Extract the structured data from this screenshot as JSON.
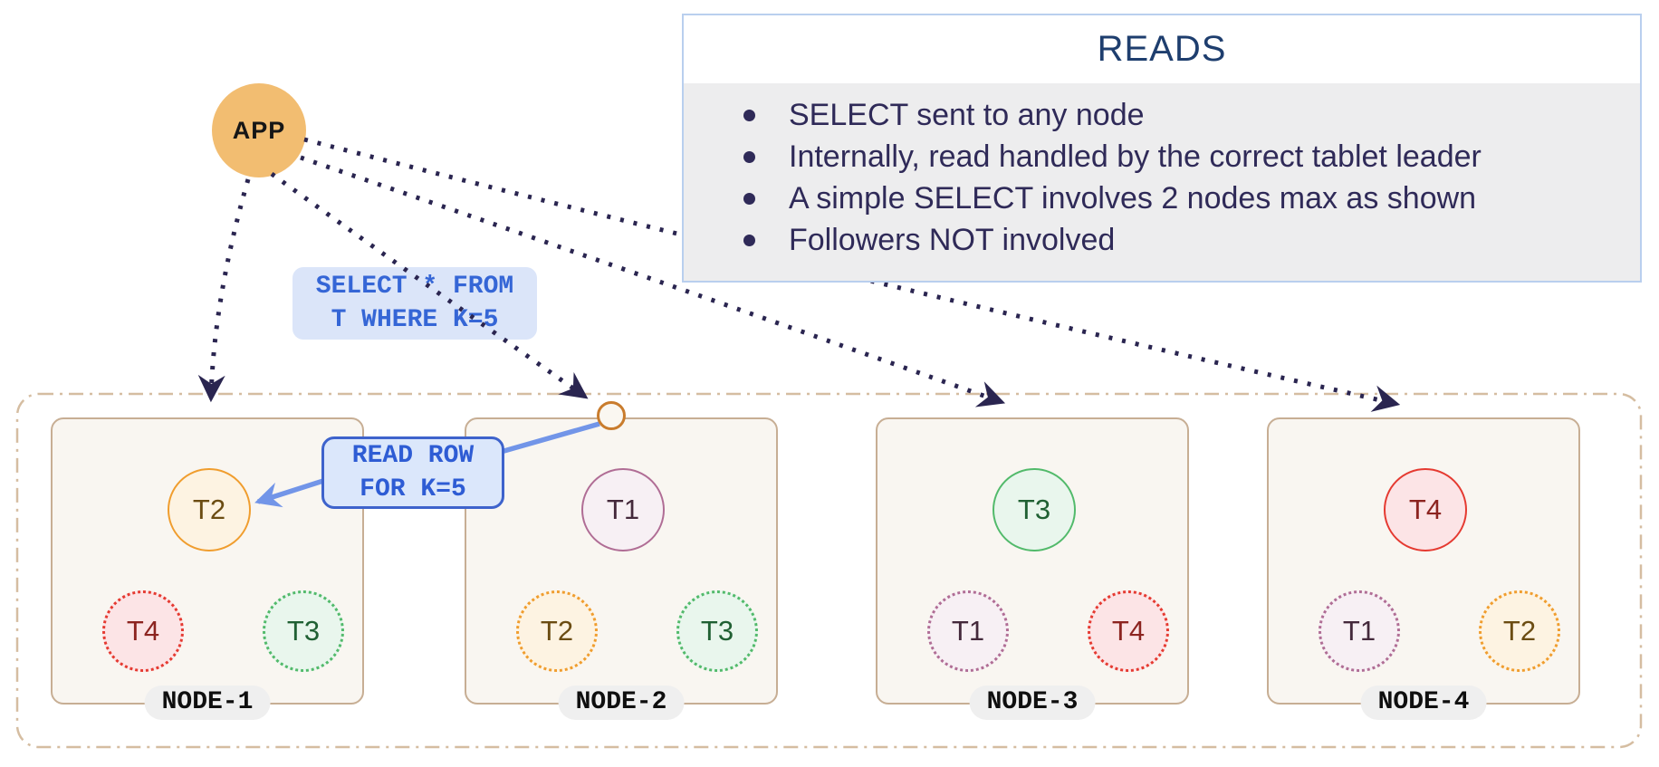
{
  "app": {
    "label": "APP"
  },
  "reads_panel": {
    "title": "READS",
    "bullets": [
      "SELECT sent to any node",
      "Internally, read handled by the correct tablet leader",
      "A simple SELECT involves 2 nodes max as shown",
      "Followers NOT involved"
    ]
  },
  "labels": {
    "select_query": "SELECT * FROM\nT WHERE K=5",
    "read_row": "READ ROW\nFOR K=5"
  },
  "nodes": [
    {
      "name": "NODE-1",
      "leader": {
        "label": "T2",
        "color": "orange"
      },
      "followers": [
        {
          "label": "T4",
          "color": "red"
        },
        {
          "label": "T3",
          "color": "green"
        }
      ]
    },
    {
      "name": "NODE-2",
      "leader": {
        "label": "T1",
        "color": "plum"
      },
      "followers": [
        {
          "label": "T2",
          "color": "orange"
        },
        {
          "label": "T3",
          "color": "green"
        }
      ]
    },
    {
      "name": "NODE-3",
      "leader": {
        "label": "T3",
        "color": "green"
      },
      "followers": [
        {
          "label": "T1",
          "color": "plum"
        },
        {
          "label": "T4",
          "color": "red"
        }
      ]
    },
    {
      "name": "NODE-4",
      "leader": {
        "label": "T4",
        "color": "red"
      },
      "followers": [
        {
          "label": "T1",
          "color": "plum"
        },
        {
          "label": "T2",
          "color": "orange"
        }
      ]
    }
  ],
  "colors": {
    "app_fill": "#f2bd71",
    "arrow_dotted": "#2a2550",
    "arrow_blue": "#7295e8",
    "panel_border": "#b9cfee",
    "panel_body_bg": "#ededee",
    "panel_title": "#1e3e6e",
    "panel_text": "#2f2a58",
    "query_bg": "#dbe5f9",
    "query_text": "#3566d6",
    "read_row_border": "#3e63cc",
    "node_border": "#c7ae94",
    "node_fill": "#f9f6f1",
    "cluster_border": "#d5bda1",
    "pill_bg": "#efefef",
    "tablet_palette": {
      "orange": {
        "border": "#f09d2e",
        "fill": "#fdf3e2",
        "text": "#6b4c12"
      },
      "plum": {
        "border": "#b06d95",
        "fill": "#f7f0f4",
        "text": "#44293b"
      },
      "green": {
        "border": "#52ba6b",
        "fill": "#e9f6ed",
        "text": "#206033"
      },
      "red": {
        "border": "#e53a31",
        "fill": "#fce4e6",
        "text": "#8c2420"
      }
    }
  }
}
